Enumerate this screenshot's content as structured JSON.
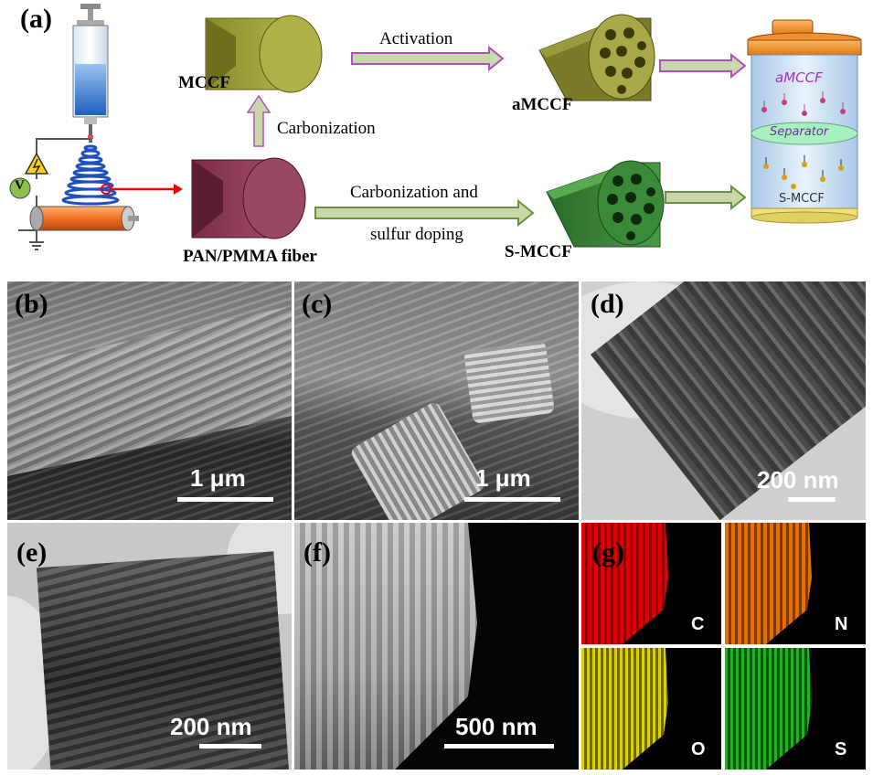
{
  "panel_a": {
    "label": "(a)",
    "mccf_label": "MCCF",
    "amccf_label": "aMCCF",
    "pan_label": "PAN/PMMA fiber",
    "smccf_label": "S-MCCF",
    "activation": "Activation",
    "carbonization": "Carbonization",
    "carb_sulfur_line1": "Carbonization and",
    "carb_sulfur_line2": "sulfur doping",
    "voltage_symbol": "V",
    "cell": {
      "top_text": "aMCCF",
      "separator_text": "Separator",
      "bottom_text": "S-MCCF"
    }
  },
  "panel_b": {
    "label": "(b)",
    "scale": "1 μm"
  },
  "panel_c": {
    "label": "(c)",
    "scale": "1 μm"
  },
  "panel_d": {
    "label": "(d)",
    "scale": "200 nm"
  },
  "panel_e": {
    "label": "(e)",
    "scale": "200 nm"
  },
  "panel_f": {
    "label": "(f)",
    "scale": "500 nm"
  },
  "panel_g": {
    "label": "(g)",
    "elements": [
      {
        "symbol": "C",
        "color": "#e00000"
      },
      {
        "symbol": "N",
        "color": "#e07000"
      },
      {
        "symbol": "O",
        "color": "#d8d000"
      },
      {
        "symbol": "S",
        "color": "#10c010"
      }
    ]
  }
}
